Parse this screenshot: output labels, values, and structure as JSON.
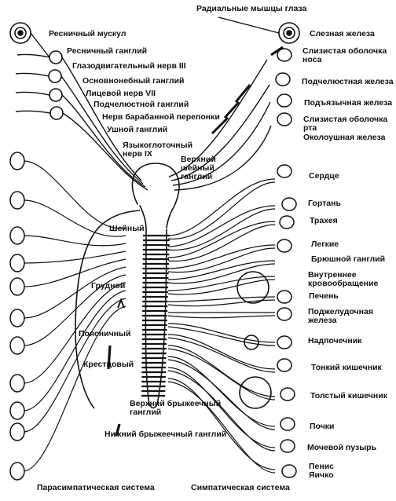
{
  "diagram": {
    "left_system": "Парасимпатическая система",
    "right_system": "Симпатическая система",
    "left_labels": {
      "ciliary_muscle": "Ресничный мускул",
      "ciliary_ganglion": "Ресничный ганглий",
      "oculomotor_nerve": "Глазодвигательный нерв III",
      "pterygopalatine_ganglion": "Основнонебный ганглий",
      "facial_nerve": "Лицевой нерв VII",
      "submandibular_ganglion": "Подчелюстной ганглий",
      "chorda_tympani": "Нерв барабанной перепонки",
      "otic_ganglion": "Ушной ганглий",
      "glossopharyngeal_nerve": "Языкоглоточный\nнерв IX",
      "inferior_mesenteric_ganglion": "Нижний брыжеечный ганглий"
    },
    "spinal_regions": {
      "cervical": "Шейный",
      "thoracic": "Грудной",
      "lumbar": "Поясничный",
      "sacral": "Крестцовый"
    },
    "center_labels": {
      "superior_cervical_ganglion": "Верхний\nшейный\nганглий",
      "superior_mesenteric_ganglion": "Верхний брыжеечный\nганглий"
    },
    "right_labels": {
      "radial_eye_muscles": "Радиальные мышцы глаза",
      "lacrimal_gland": "Слезная железа",
      "nasal_mucosa": "Слизистая оболочка\nноса",
      "submandibular_gland": "Подчелюстная железа",
      "sublingual_gland": "Подъязычная железа",
      "oral_mucosa": "Слизистая оболочка\nрта",
      "parotid_gland": "Околоушная железа",
      "heart": "Сердце",
      "larynx": "Гортань",
      "trachea": "Трахея",
      "lungs": "Легкие",
      "celiac_ganglion": "Брюшной ганглий",
      "internal_circulation": "Внутреннее\nкровообращение",
      "liver": "Печень",
      "pancreas": "Поджелудочная\nжелеза",
      "adrenal": "Надпочечник",
      "small_intestine": "Тонкий кишечник",
      "large_intestine": "Толстый кишечник",
      "kidneys": "Почки",
      "bladder": "Мочевой пузырь",
      "genitals": "Пенис\nЯичко"
    }
  }
}
